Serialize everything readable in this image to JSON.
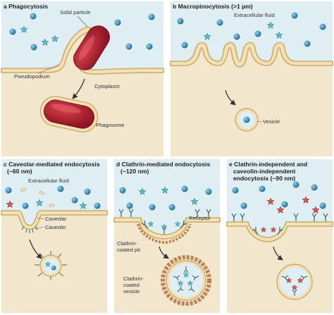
{
  "colors": {
    "fluid": "#dfeef2",
    "cytoplasm": "#f2e6cd",
    "membrane_fill": "#f3e1b4",
    "membrane_stroke": "#c9ab6b",
    "particle": "#ab1e2e",
    "particle_highlight": "#d8414c",
    "molecule": "#2c7fae",
    "star": "#5cb8c4",
    "star_red": "#d8514a",
    "receptor": "#2e5e4c",
    "clathrin": "#bd8451"
  },
  "icons": {
    "molecule": "blue-sphere-icon",
    "cargo": "star-icon",
    "receptor": "y-receptor-icon",
    "arrow": "arrow-icon"
  },
  "panels": {
    "a": {
      "title": "a  Phagocytosis",
      "labels": {
        "solid_particle": "Solid particle",
        "pseudopodium": "Pseudopodium",
        "cytoplasm": "Cytoplasm",
        "phagosome": "Phagosome"
      }
    },
    "b": {
      "title": "b  Macropinocytosis (>1 µm)",
      "labels": {
        "extracellular_fluid": "Extracellular fluid",
        "vesicle": "Vesicle"
      }
    },
    "c": {
      "title_line1": "c  Caveolar-mediated endocytosis",
      "title_line2": "(~60 nm)",
      "labels": {
        "extracellular_fluid": "Extracellular fluid",
        "caveolar": "Caveolar",
        "caveolin": "Caveolin"
      }
    },
    "d": {
      "title_line1": "d  Clathrin-mediated endocytosis",
      "title_line2": "(~120 nm)",
      "labels": {
        "receptor": "Receptor",
        "pit_line1": "Clathrin-",
        "pit_line2": "coated pit",
        "vesicle_line1": "Clathrin-",
        "vesicle_line2": "coated",
        "vesicle_line3": "vesicle"
      }
    },
    "e": {
      "title_line1": "e  Clathrin-independent and",
      "title_line2": "caveolin-independent",
      "title_line3": "endocytosis (~90 nm)"
    }
  }
}
